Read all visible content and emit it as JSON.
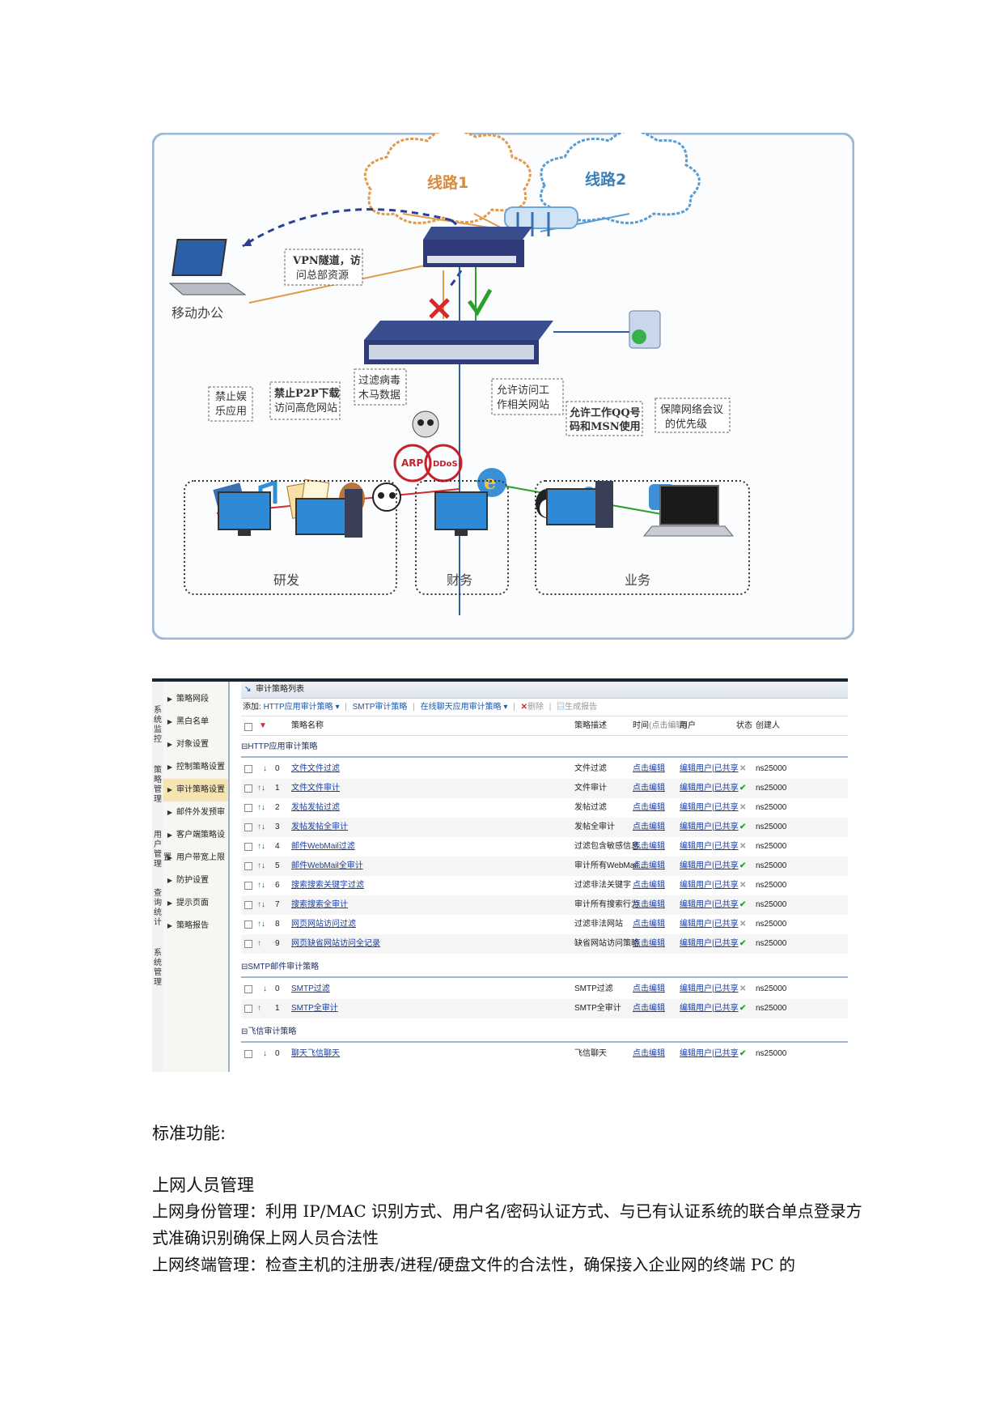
{
  "diagram": {
    "cloud1": "线路1",
    "cloud2": "线路2",
    "vpn_note": [
      "VPN隧道，访",
      "问总部资源"
    ],
    "mobile_office": "移动办公",
    "bubble_ent": [
      "禁止娱",
      "乐应用"
    ],
    "bubble_p2p": [
      "禁止P2P下载",
      "访问高危网站"
    ],
    "bubble_virus": [
      "过滤病毒",
      "木马数据"
    ],
    "arp": "ARP",
    "ddos": "DDoS",
    "bubble_allow": [
      "允许访问工",
      "作相关网站"
    ],
    "bubble_qq": [
      "允许工作QQ号",
      "码和MSN使用"
    ],
    "bubble_meeting": [
      "保障网络会议",
      "的优先级"
    ],
    "group_rd": "研发",
    "group_finance": "财务",
    "group_business": "业务",
    "watermark": "Bai百科"
  },
  "admin": {
    "left_groups": [
      "系统监控",
      "策略管理",
      "用户管理",
      "查询统计",
      "系统管理"
    ],
    "sidebar": [
      {
        "label": "策略网段",
        "active": false
      },
      {
        "label": "黑白名单",
        "active": false
      },
      {
        "label": "对象设置",
        "active": false
      },
      {
        "label": "控制策略设置",
        "active": false
      },
      {
        "label": "审计策略设置",
        "active": true
      },
      {
        "label": "邮件外发预审",
        "active": false
      },
      {
        "label": "客户端策略设置",
        "active": false
      },
      {
        "label": "用户带宽上限",
        "active": false
      },
      {
        "label": "防护设置",
        "active": false
      },
      {
        "label": "提示页面",
        "active": false
      },
      {
        "label": "策略报告",
        "active": false
      }
    ],
    "panel_title": "审计策略列表",
    "toolbar": {
      "add_label": "添加:",
      "http": "HTTP应用审计策略 ▾",
      "smtp": "SMTP审计策略",
      "im": "在线聊天应用审计策略 ▾",
      "delete": "删除",
      "report": "生成报告"
    },
    "columns": {
      "name": "策略名称",
      "desc": "策略描述",
      "time": "时间",
      "time_hint": "(点击编辑)",
      "user": "用户",
      "status": "状态",
      "creator": "创建人"
    },
    "groups": [
      {
        "title": "⊟HTTP应用审计策略",
        "rows": [
          {
            "arrows": "down",
            "idx": "0",
            "name": "文件文件过滤",
            "desc": "文件过滤",
            "time": "点击编辑",
            "user": "编辑用户|已共享",
            "status": "no",
            "creator": "ns25000"
          },
          {
            "arrows": "both",
            "idx": "1",
            "name": "文件文件审计",
            "desc": "文件审计",
            "time": "点击编辑",
            "user": "编辑用户|已共享",
            "status": "ok",
            "creator": "ns25000"
          },
          {
            "arrows": "both",
            "idx": "2",
            "name": "发帖发帖过滤",
            "desc": "发帖过滤",
            "time": "点击编辑",
            "user": "编辑用户|已共享",
            "status": "no",
            "creator": "ns25000"
          },
          {
            "arrows": "both",
            "idx": "3",
            "name": "发帖发帖全审计",
            "desc": "发帖全审计",
            "time": "点击编辑",
            "user": "编辑用户|已共享",
            "status": "ok",
            "creator": "ns25000"
          },
          {
            "arrows": "both",
            "idx": "4",
            "name": "邮件WebMail过滤",
            "desc": "过滤包含敏感信息...",
            "time": "点击编辑",
            "user": "编辑用户|已共享",
            "status": "no",
            "creator": "ns25000"
          },
          {
            "arrows": "both",
            "idx": "5",
            "name": "邮件WebMail全审计",
            "desc": "审计所有WebMail...",
            "time": "点击编辑",
            "user": "编辑用户|已共享",
            "status": "ok",
            "creator": "ns25000"
          },
          {
            "arrows": "both",
            "idx": "6",
            "name": "搜索搜索关键字过滤",
            "desc": "过滤非法关键字",
            "time": "点击编辑",
            "user": "编辑用户|已共享",
            "status": "no",
            "creator": "ns25000"
          },
          {
            "arrows": "both",
            "idx": "7",
            "name": "搜索搜索全审计",
            "desc": "审计所有搜索行为",
            "time": "点击编辑",
            "user": "编辑用户|已共享",
            "status": "ok",
            "creator": "ns25000"
          },
          {
            "arrows": "both",
            "idx": "8",
            "name": "网页网站访问过滤",
            "desc": "过滤非法网站",
            "time": "点击编辑",
            "user": "编辑用户|已共享",
            "status": "no",
            "creator": "ns25000"
          },
          {
            "arrows": "up",
            "idx": "9",
            "name": "网页缺省网站访问全记录",
            "desc": "缺省网站访问策略",
            "time": "点击编辑",
            "user": "编辑用户|已共享",
            "status": "ok",
            "creator": "ns25000"
          }
        ]
      },
      {
        "title": "⊟SMTP邮件审计策略",
        "rows": [
          {
            "arrows": "down",
            "idx": "0",
            "name": "SMTP过滤",
            "desc": "SMTP过滤",
            "time": "点击编辑",
            "user": "编辑用户|已共享",
            "status": "no",
            "creator": "ns25000"
          },
          {
            "arrows": "up",
            "idx": "1",
            "name": "SMTP全审计",
            "desc": "SMTP全审计",
            "time": "点击编辑",
            "user": "编辑用户|已共享",
            "status": "ok",
            "creator": "ns25000"
          }
        ]
      },
      {
        "title": "⊟飞信审计策略",
        "rows": [
          {
            "arrows": "down",
            "idx": "0",
            "name": "聊天飞信聊天",
            "desc": "飞信聊天",
            "time": "点击编辑",
            "user": "编辑用户|已共享",
            "status": "ok",
            "creator": "ns25000"
          }
        ]
      }
    ]
  },
  "text": {
    "section_title": "标准功能:",
    "subtitle": "上网人员管理",
    "para1": "上网身份管理：利用 IP/MAC 识别方式、用户名/密码认证方式、与已有认证系统的联合单点登录方式准确识别确保上网人员合法性",
    "para2": "上网终端管理：检查主机的注册表/进程/硬盘文件的合法性，确保接入企业网的终端 PC 的"
  }
}
